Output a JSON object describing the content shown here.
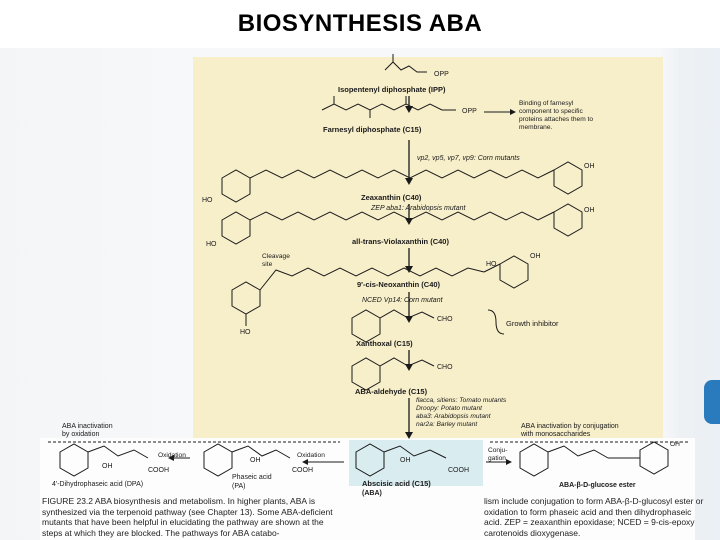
{
  "slide": {
    "title": "BIOSYNTHESIS ABA"
  },
  "diagram": {
    "compounds": {
      "ipp": "Isopentenyl diphosphate (IPP)",
      "fpp": "Farnesyl diphosphate (C15)",
      "zeaxanthin": "Zeaxanthin (C40)",
      "violaxanthin": "all-trans-Violaxanthin (C40)",
      "neoxanthin": "9'-cis-Neoxanthin (C40)",
      "xanthoxal": "Xanthoxal (C15)",
      "aba_aldehyde": "ABA-aldehyde (C15)",
      "aba": "Abscisic acid (C15)",
      "aba_short": "(ABA)",
      "dpa": "4'-Dihydrophaseic acid (DPA)",
      "pa": "Phaseic acid",
      "pa_short": "(PA)",
      "glucose_ester": "ABA-β-D-glucose ester"
    },
    "annotations": {
      "farnesyl_note": "Binding of farnesyl component to specific proteins attaches them to membrane.",
      "vp_mutants": "vp2, vp5, vp7, vp9: Corn mutants",
      "aba1": "ZEP  aba1: Arabidopsis mutant",
      "cleavage": "Cleavage site",
      "vp14": "NCED  Vp14: Corn mutant",
      "growth_inhibitor": "Growth inhibitor",
      "mutants_list": "flacca, sitiens: Tomato mutants | Droopy: Potato mutant | aba3: Arabidopsis mutant | nar2a: Barley mutant",
      "inactivation_oxidation": "ABA inactivation by oxidation",
      "inactivation_conjugation": "ABA inactivation by conjugation with monosaccharides",
      "oxidation_1": "Oxidation",
      "oxidation_2": "Oxidation",
      "conjugation": "Conju- gation",
      "opp": "OPP",
      "oh": "OH",
      "ho": "HO",
      "cooh": "COOH",
      "cho": "CHO"
    },
    "caption_left": "FIGURE 23.2  ABA biosynthesis and metabolism. In higher plants, ABA is synthesized via the terpenoid pathway (see Chapter 13). Some ABA-deficient mutants that have been helpful in elucidating the pathway are shown at the steps at which they are blocked. The pathways for ABA catabo-",
    "caption_right": "lism include conjugation to form ABA-β-D-glucosyl ester or oxidation to form phaseic acid and then dihydrophaseic acid. ZEP = zeaxanthin epoxidase; NCED = 9-cis-epoxy carotenoids dioxygenase."
  }
}
